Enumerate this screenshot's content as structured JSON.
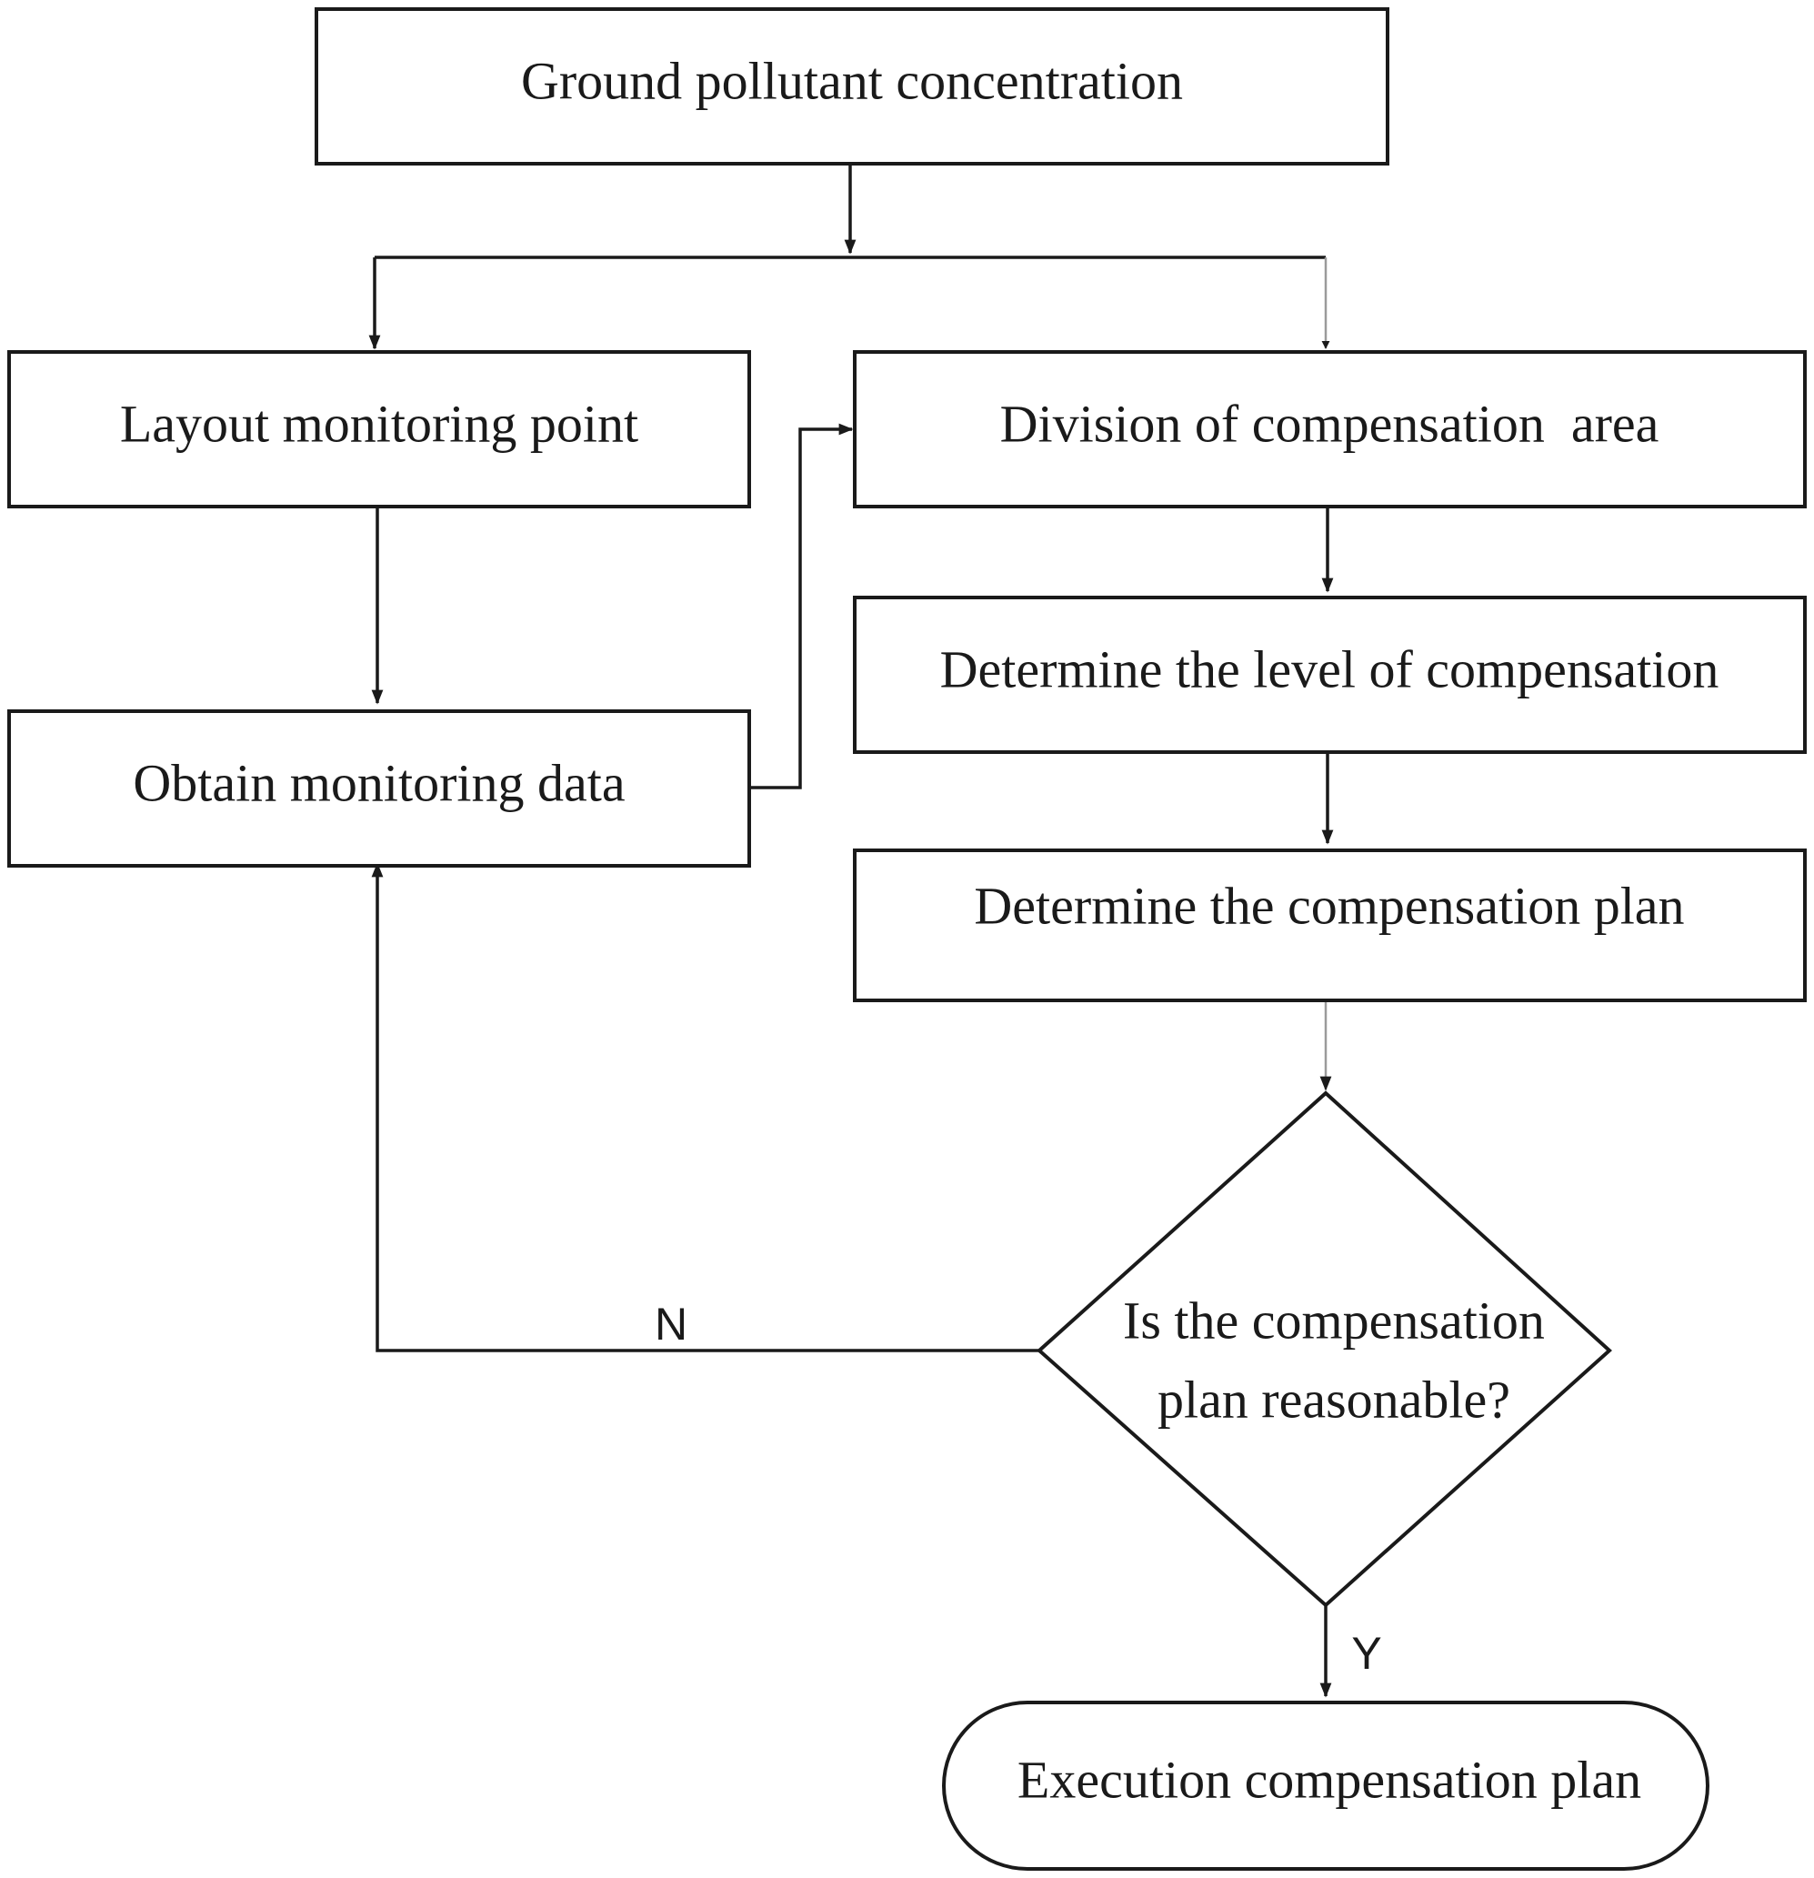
{
  "nodes": {
    "ground": "Ground pollutant concentration",
    "layout": "Layout monitoring point",
    "division": "Division of compensation  area",
    "obtain": "Obtain monitoring data",
    "level": "Determine the level of compensation",
    "plan": "Determine the compensation plan",
    "decision_line1": "Is the compensation",
    "decision_line2": "plan reasonable?",
    "execution": "Execution compensation plan"
  },
  "edge_labels": {
    "no": "N",
    "yes": "Y"
  },
  "colors": {
    "stroke": "#1a1a1a",
    "light_connector": "#9a9a9a",
    "background": "#ffffff"
  }
}
